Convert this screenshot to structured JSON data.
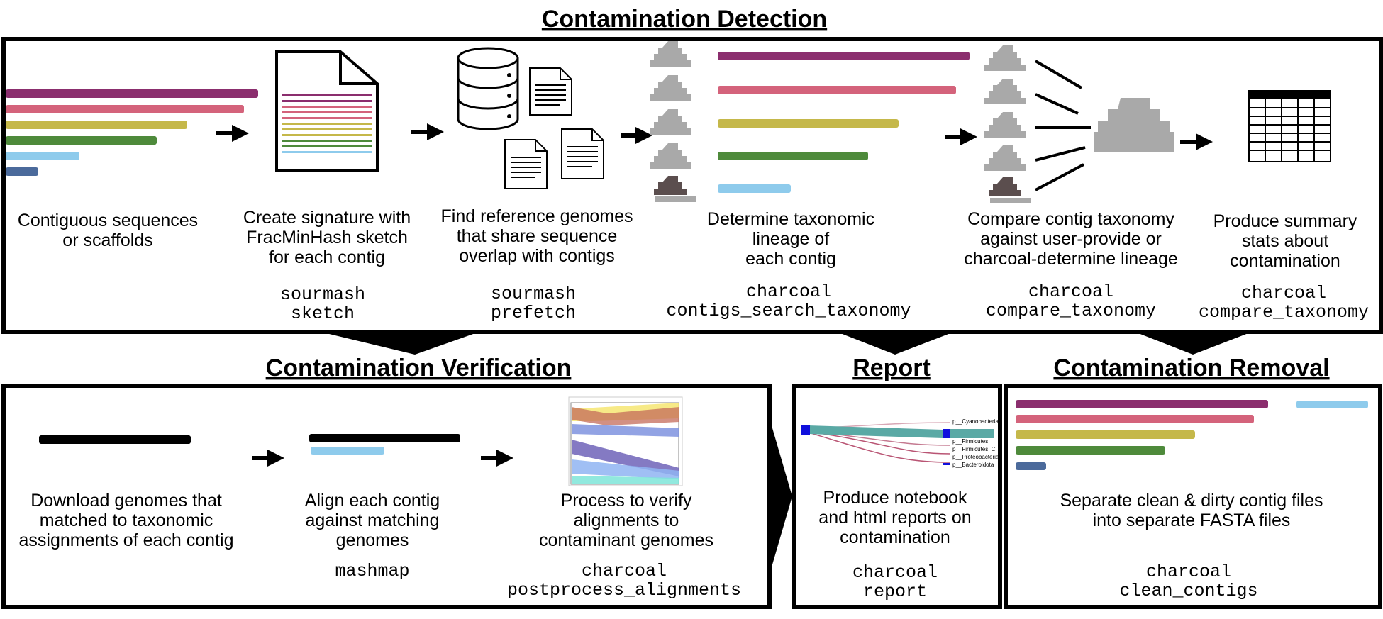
{
  "colors": {
    "purple": "#8b2e6e",
    "pink": "#d4637b",
    "olive": "#c5b84a",
    "green": "#4e8a3b",
    "lightblue": "#8ecbec",
    "steelblue": "#4b6a9b",
    "gray": "#a9a9a9",
    "darkbrown": "#5b4e4e",
    "teal": "#5aa9a5",
    "sankey_blue": "#1010dd"
  },
  "detection": {
    "title": "Contamination Detection",
    "steps": [
      {
        "caption": [
          "Contiguous sequences",
          "or scaffolds"
        ],
        "command": []
      },
      {
        "caption": [
          "Create signature with",
          "FracMinHash sketch",
          "for each contig"
        ],
        "command": [
          "sourmash",
          "sketch"
        ]
      },
      {
        "caption": [
          "Find reference genomes",
          "that share sequence",
          "overlap with contigs"
        ],
        "command": [
          "sourmash",
          "prefetch"
        ]
      },
      {
        "caption": [
          "Determine taxonomic",
          "lineage of",
          "each contig"
        ],
        "command": [
          "charcoal",
          "contigs_search_taxonomy"
        ]
      },
      {
        "caption": [
          "Compare contig taxonomy",
          "against user-provide or",
          "charcoal-determine lineage"
        ],
        "command": [
          "charcoal",
          "compare_taxonomy"
        ]
      },
      {
        "caption": [
          "Produce summary",
          "stats about",
          "contamination"
        ],
        "command": [
          "charcoal",
          "compare_taxonomy"
        ]
      }
    ]
  },
  "verification": {
    "title": "Contamination Verification",
    "steps": [
      {
        "caption": [
          "Download genomes that",
          "matched to taxonomic",
          "assignments of each contig"
        ],
        "command": []
      },
      {
        "caption": [
          "Align each contig",
          "against matching",
          "genomes"
        ],
        "command": [
          "mashmap"
        ]
      },
      {
        "caption": [
          "Process to verify",
          "alignments to",
          "contaminant genomes"
        ],
        "command": [
          "charcoal",
          "postprocess_alignments"
        ]
      }
    ]
  },
  "report": {
    "title": "Report",
    "caption": [
      "Produce notebook",
      "and html reports on",
      "contamination"
    ],
    "command": [
      "charcoal",
      "report"
    ],
    "sankey_labels": [
      "p__Cyanobacteria",
      "p__Firmicutes",
      "p__Firmicutes_C",
      "p__Proteobacteria",
      "p__Bacteroidota"
    ]
  },
  "removal": {
    "title": "Contamination Removal",
    "caption": [
      "Separate clean & dirty contig files",
      "into separate FASTA files"
    ],
    "command": [
      "charcoal",
      "clean_contigs"
    ]
  }
}
